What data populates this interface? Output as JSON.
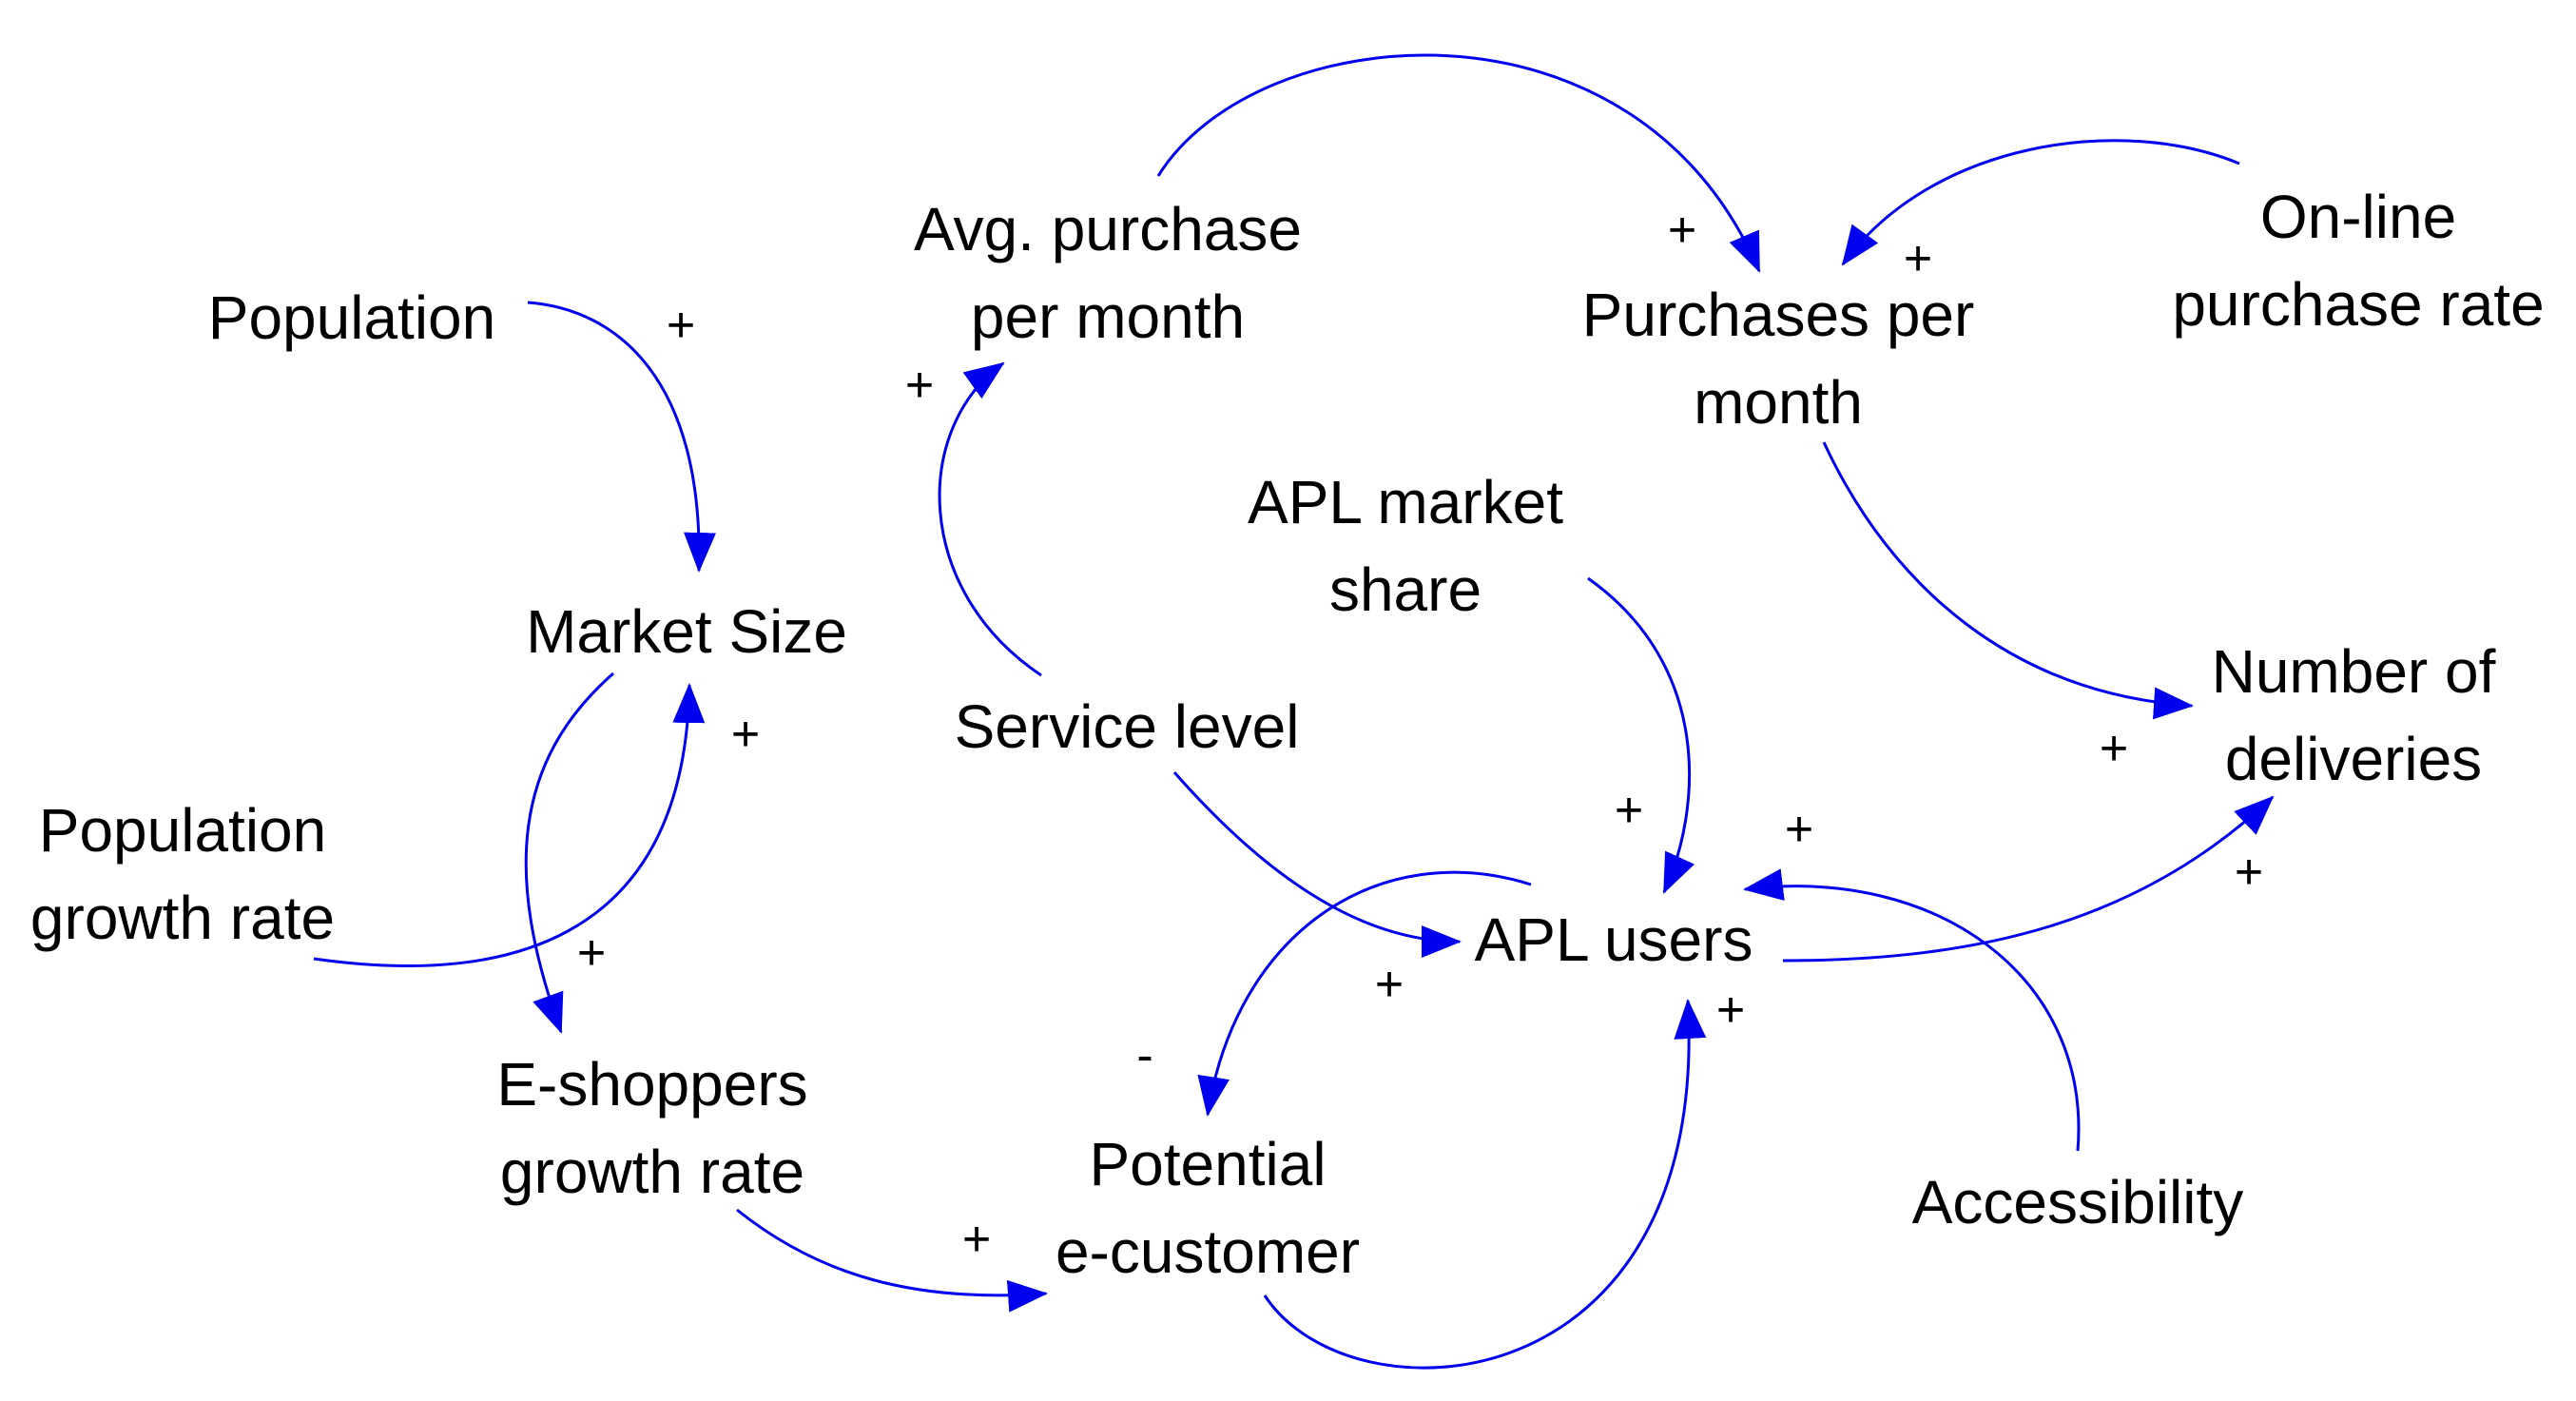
{
  "colors": {
    "arrow": "#0000EE",
    "text": "#000000",
    "background": "#FFFFFF"
  },
  "nodes": {
    "population": {
      "lines": [
        "Population"
      ]
    },
    "market_size": {
      "lines": [
        "Market Size"
      ]
    },
    "population_growth_rate": {
      "lines": [
        "Population",
        "growth rate"
      ]
    },
    "eshoppers_growth_rate": {
      "lines": [
        "E-shoppers",
        "growth rate"
      ]
    },
    "potential_ecustomer": {
      "lines": [
        "Potential",
        "e-customer"
      ]
    },
    "avg_purchase_per_month": {
      "lines": [
        "Avg. purchase",
        "per month"
      ]
    },
    "service_level": {
      "lines": [
        "Service level"
      ]
    },
    "purchases_per_month": {
      "lines": [
        "Purchases per",
        "month"
      ]
    },
    "online_purchase_rate": {
      "lines": [
        "On-line",
        "purchase rate"
      ]
    },
    "apl_market_share": {
      "lines": [
        "APL market",
        "share"
      ]
    },
    "apl_users": {
      "lines": [
        "APL users"
      ]
    },
    "number_of_deliveries": {
      "lines": [
        "Number of",
        "deliveries"
      ]
    },
    "accessibility": {
      "lines": [
        "Accessibility"
      ]
    }
  },
  "links": [
    {
      "from": "population",
      "to": "market_size",
      "polarity": "+"
    },
    {
      "from": "population_growth_rate",
      "to": "market_size",
      "polarity": "+"
    },
    {
      "from": "market_size",
      "to": "eshoppers_growth_rate",
      "polarity": "+"
    },
    {
      "from": "eshoppers_growth_rate",
      "to": "potential_ecustomer",
      "polarity": "+"
    },
    {
      "from": "service_level",
      "to": "avg_purchase_per_month",
      "polarity": "+"
    },
    {
      "from": "avg_purchase_per_month",
      "to": "purchases_per_month",
      "polarity": "+"
    },
    {
      "from": "online_purchase_rate",
      "to": "purchases_per_month",
      "polarity": "+"
    },
    {
      "from": "purchases_per_month",
      "to": "number_of_deliveries",
      "polarity": "+"
    },
    {
      "from": "apl_market_share",
      "to": "apl_users",
      "polarity": "+"
    },
    {
      "from": "accessibility",
      "to": "apl_users",
      "polarity": "+"
    },
    {
      "from": "service_level",
      "to": "apl_users",
      "polarity": "+"
    },
    {
      "from": "apl_users",
      "to": "potential_ecustomer",
      "polarity": "-"
    },
    {
      "from": "potential_ecustomer",
      "to": "apl_users",
      "polarity": "+"
    },
    {
      "from": "apl_users",
      "to": "number_of_deliveries",
      "polarity": "+"
    }
  ]
}
